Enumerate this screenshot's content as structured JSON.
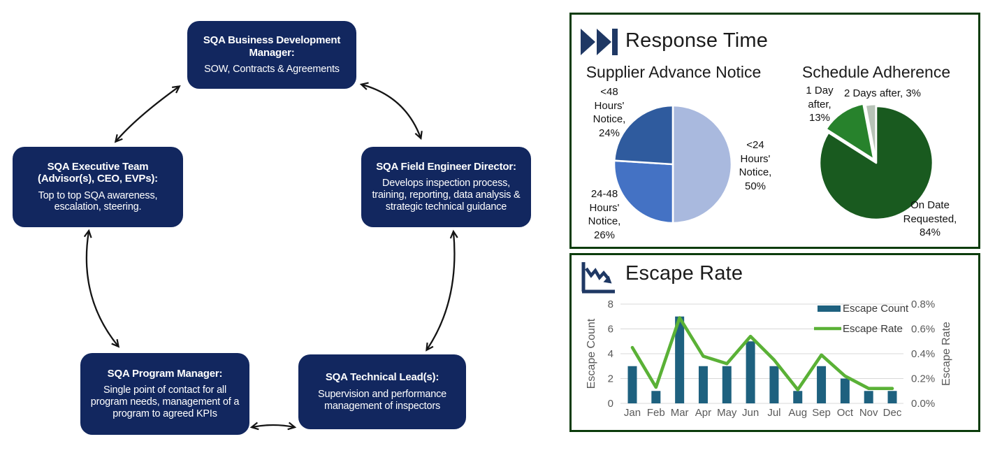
{
  "diagram": {
    "box_color": "#12275f",
    "text_color": "#ffffff",
    "boxes": [
      {
        "id": "business-development",
        "title": "SQA Business Development Manager:",
        "body": "SOW, Contracts & Agreements"
      },
      {
        "id": "executive-team",
        "title": "SQA Executive Team (Advisor(s), CEO, EVPs):",
        "body": "Top to top SQA awareness, escalation, steering."
      },
      {
        "id": "field-engineer-director",
        "title": "SQA Field Engineer Director:",
        "body": "Develops inspection process, training, reporting, data analysis & strategic technical guidance"
      },
      {
        "id": "program-manager",
        "title": "SQA Program Manager:",
        "body": "Single point of contact for all program needs, management of a program to agreed KPIs"
      },
      {
        "id": "technical-leads",
        "title": "SQA Technical Lead(s):",
        "body": "Supervision and performance management of inspectors"
      }
    ],
    "connections": [
      "executive-team <-> business-development",
      "business-development <-> field-engineer-director",
      "executive-team <-> program-manager",
      "field-engineer-director <-> technical-leads",
      "program-manager <-> technical-leads"
    ]
  },
  "panels": {
    "response_time": {
      "title": "Response Time",
      "icon": "fast-forward-icon",
      "border_color": "#0c3c0c"
    },
    "escape_rate": {
      "title": "Escape Rate",
      "icon": "declining-chart-icon",
      "border_color": "#0c3c0c"
    }
  },
  "chart_data": [
    {
      "type": "pie",
      "title": "Supplier Advance Notice",
      "labels_position": "outside",
      "start_angle_deg": 0,
      "direction": "clockwise",
      "slices": [
        {
          "label": "<24 Hours' Notice",
          "value": 50,
          "display": "<24 Hours' Notice, 50%",
          "color": "#a9b9de"
        },
        {
          "label": "24-48 Hours' Notice",
          "value": 26,
          "display": "24-48 Hours' Notice, 26%",
          "color": "#4472c4"
        },
        {
          "label": "<48 Hours' Notice",
          "value": 24,
          "display": "<48 Hours' Notice, 24%",
          "color": "#2f5b9e"
        }
      ]
    },
    {
      "type": "pie",
      "title": "Schedule Adherence",
      "labels_position": "outside",
      "start_angle_deg": 0,
      "direction": "clockwise",
      "slices": [
        {
          "label": "On Date Requested",
          "value": 84,
          "display": "On Date Requested, 84%",
          "color": "#195a1f"
        },
        {
          "label": "1 Day after",
          "value": 13,
          "display": "1 Day after, 13%",
          "color": "#27822c"
        },
        {
          "label": "2 Days after",
          "value": 3,
          "display": "2 Days after, 3%",
          "color": "#b7c3b7"
        }
      ]
    },
    {
      "type": "bar+line",
      "title": "Escape Rate",
      "categories": [
        "Jan",
        "Feb",
        "Mar",
        "Apr",
        "May",
        "Jun",
        "Jul",
        "Aug",
        "Sep",
        "Oct",
        "Nov",
        "Dec"
      ],
      "series": [
        {
          "name": "Escape Count",
          "type": "bar",
          "axis": "left",
          "color": "#1e617f",
          "values": [
            3,
            1,
            7,
            3,
            3,
            5,
            3,
            1,
            3,
            2,
            1,
            1
          ]
        },
        {
          "name": "Escape Rate",
          "type": "line",
          "axis": "right",
          "color": "#5ab136",
          "values": [
            0.45,
            0.13,
            0.69,
            0.38,
            0.32,
            0.54,
            0.35,
            0.11,
            0.39,
            0.22,
            0.12,
            0.12
          ]
        }
      ],
      "left_axis": {
        "label": "Escape Count",
        "min": 0,
        "max": 8,
        "ticks": [
          0,
          2,
          4,
          6,
          8
        ]
      },
      "right_axis": {
        "label": "Escape Rate",
        "min": 0,
        "max": 0.8,
        "ticks": [
          "0.0%",
          "0.2%",
          "0.4%",
          "0.6%",
          "0.8%"
        ]
      },
      "grid": true,
      "legend_position": "top-right-inside",
      "grid_color": "#d8d8d8",
      "tick_color": "#595959"
    }
  ]
}
